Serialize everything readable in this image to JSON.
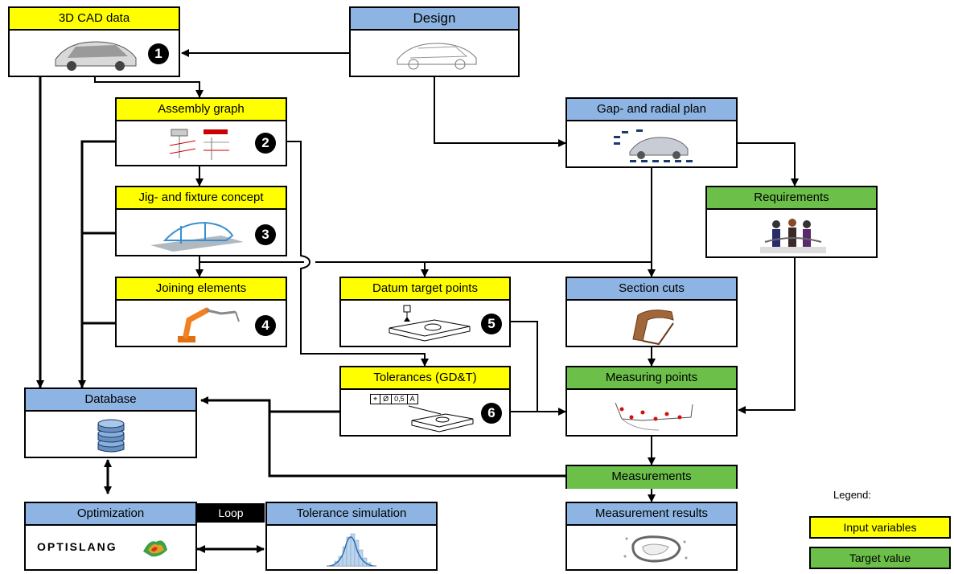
{
  "nodes": {
    "cad": {
      "label": "3D CAD data",
      "num": "1"
    },
    "design": {
      "label": "Design"
    },
    "assembly": {
      "label": "Assembly graph",
      "num": "2"
    },
    "jig": {
      "label": "Jig- and fixture concept",
      "num": "3"
    },
    "joining": {
      "label": "Joining elements",
      "num": "4"
    },
    "datum": {
      "label": "Datum target points",
      "num": "5"
    },
    "tolerances": {
      "label": "Tolerances (GD&T)",
      "num": "6"
    },
    "gap": {
      "label": "Gap- and radial plan"
    },
    "requirements": {
      "label": "Requirements"
    },
    "section": {
      "label": "Section cuts"
    },
    "measuring_points": {
      "label": "Measuring points"
    },
    "database": {
      "label": "Database"
    },
    "measurements": {
      "label": "Measurements"
    },
    "measurement_results": {
      "label": "Measurement results"
    },
    "optimization": {
      "label": "Optimization",
      "logo_text": "OPTISLANG"
    },
    "loop": {
      "label": "Loop"
    },
    "tolerance_sim": {
      "label": "Tolerance simulation"
    }
  },
  "gdt_frame": [
    "⌖",
    "Ø",
    "0,5",
    "A"
  ],
  "legend": {
    "title": "Legend:",
    "items": [
      {
        "label": "Input variables",
        "color": "#ffff00"
      },
      {
        "label": "Target value",
        "color": "#6cc04a"
      }
    ]
  },
  "colors": {
    "input": "#ffff00",
    "target": "#6cc04a",
    "process": "#8db4e2"
  }
}
